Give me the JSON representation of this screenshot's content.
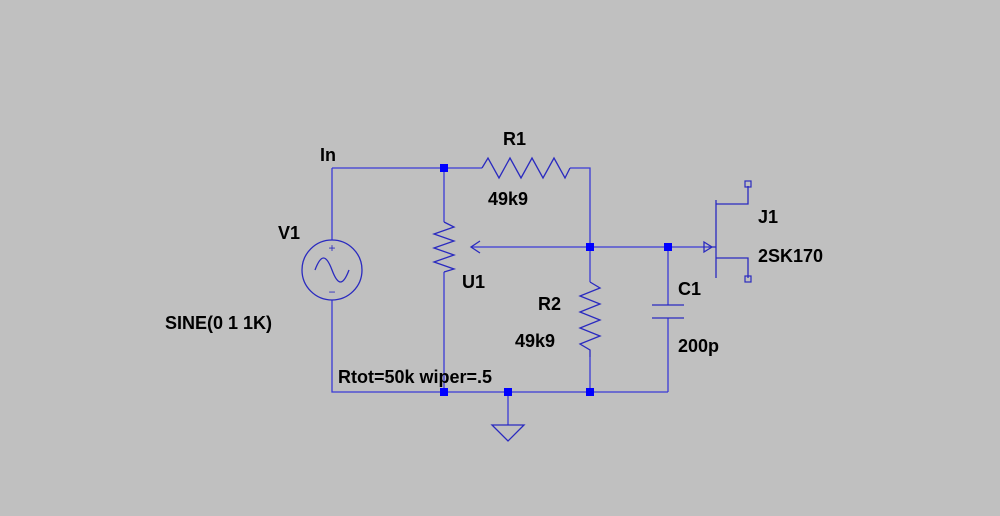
{
  "canvas": {
    "background": "#c0c0c0"
  },
  "colors": {
    "wire": "#3a3ad6",
    "component": "#2a2abf",
    "junction": "#0000ff",
    "text": "#000000"
  },
  "net_labels": {
    "in": "In"
  },
  "components": {
    "v1": {
      "ref": "V1",
      "value": "SINE(0 1 1K)",
      "plus": "+",
      "minus": "−",
      "type": "sine-voltage-source"
    },
    "r1": {
      "ref": "R1",
      "value": "49k9",
      "type": "resistor"
    },
    "r2": {
      "ref": "R2",
      "value": "49k9",
      "type": "resistor"
    },
    "u1": {
      "ref": "U1",
      "value": "Rtot=50k wiper=.5",
      "type": "potentiometer"
    },
    "c1": {
      "ref": "C1",
      "value": "200p",
      "type": "capacitor"
    },
    "j1": {
      "ref": "J1",
      "value": "2SK170",
      "type": "n-jfet"
    }
  },
  "ground": {
    "symbol": "ground-icon"
  }
}
